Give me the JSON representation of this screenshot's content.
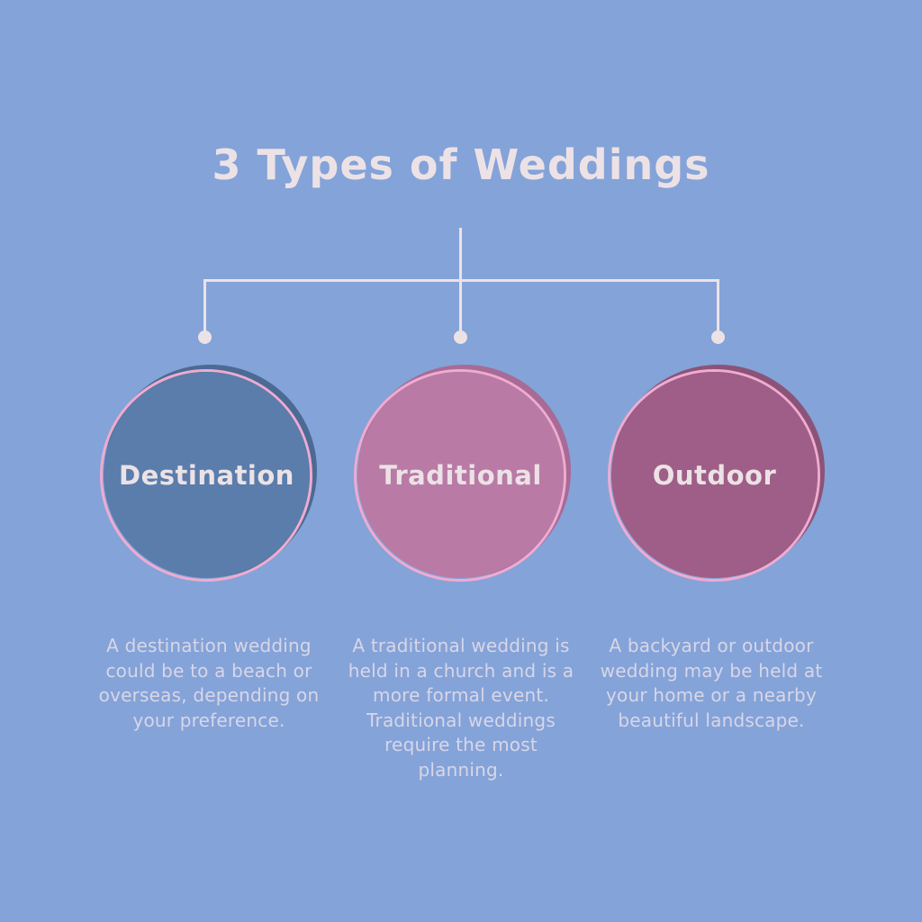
{
  "title": "3 Types of Weddings",
  "colors": {
    "background": "#84a3d8",
    "heading_text": "#ece2e6",
    "body_text": "#d8d6e8",
    "connector": "#ece2e6",
    "ring_pink": "#f0abd0"
  },
  "items": [
    {
      "label": "Destination",
      "fill": "#5a7dab",
      "shadow": "#4b6b95",
      "ring": "#f0abd0",
      "description": "A destination wedding\ncould be to a beach or\noverseas, depending on\nyour preference."
    },
    {
      "label": "Traditional",
      "fill": "#b97aa6",
      "shadow": "#a76b96",
      "ring": "#f0abd0",
      "description": "A traditional wedding is\nheld in a church and is a\nmore formal event.\nTraditional weddings\nrequire the most\nplanning."
    },
    {
      "label": "Outdoor",
      "fill": "#9e5e87",
      "shadow": "#8c5378",
      "ring": "#f0abd0",
      "description": "A backyard or outdoor\nwedding may be held at\nyour home or a nearby\nbeautiful landscape."
    }
  ]
}
